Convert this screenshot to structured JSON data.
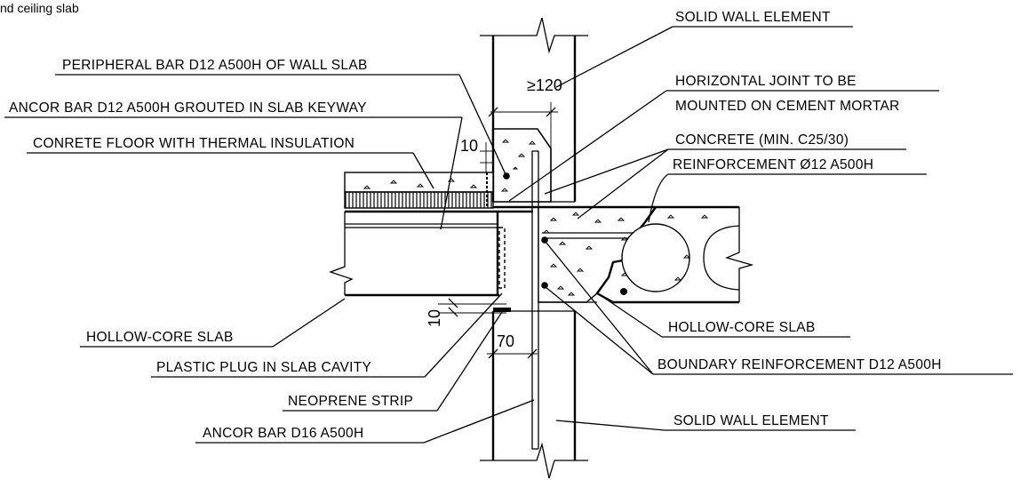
{
  "caption": "nd ceiling slab",
  "labels": {
    "solid_wall_top": "SOLID WALL ELEMENT",
    "peripheral_bar": "PERIPHERAL BAR  D12 A500H OF WALL SLAB",
    "horizontal_joint_1": "HORIZONTAL JOINT TO BE",
    "horizontal_joint_2": "MOUNTED ON CEMENT MORTAR",
    "ancor_bar_d12": "ANCOR BAR D12 A500H GROUTED IN SLAB KEYWAY",
    "concrete_floor": "CONRETE FLOOR WITH THERMAL INSULATION",
    "concrete_grade": "CONCRETE (MIN. C25/30)",
    "reinforcement": "REINFORCEMENT Ø12 A500H",
    "hollow_core_left": "HOLLOW-CORE SLAB",
    "hollow_core_right": "HOLLOW-CORE SLAB",
    "plastic_plug": "PLASTIC PLUG IN SLAB CAVITY",
    "boundary_reinforcement": "BOUNDARY REINFORCEMENT D12 A500H",
    "neoprene_strip": "NEOPRENE STRIP",
    "ancor_bar_d16": "ANCOR BAR D16 A500H",
    "solid_wall_bottom": "SOLID WALL ELEMENT"
  },
  "dimensions": {
    "wall_bearing": "≥120",
    "gap_top": "10",
    "gap_bottom": "10",
    "plug_depth": "70"
  }
}
